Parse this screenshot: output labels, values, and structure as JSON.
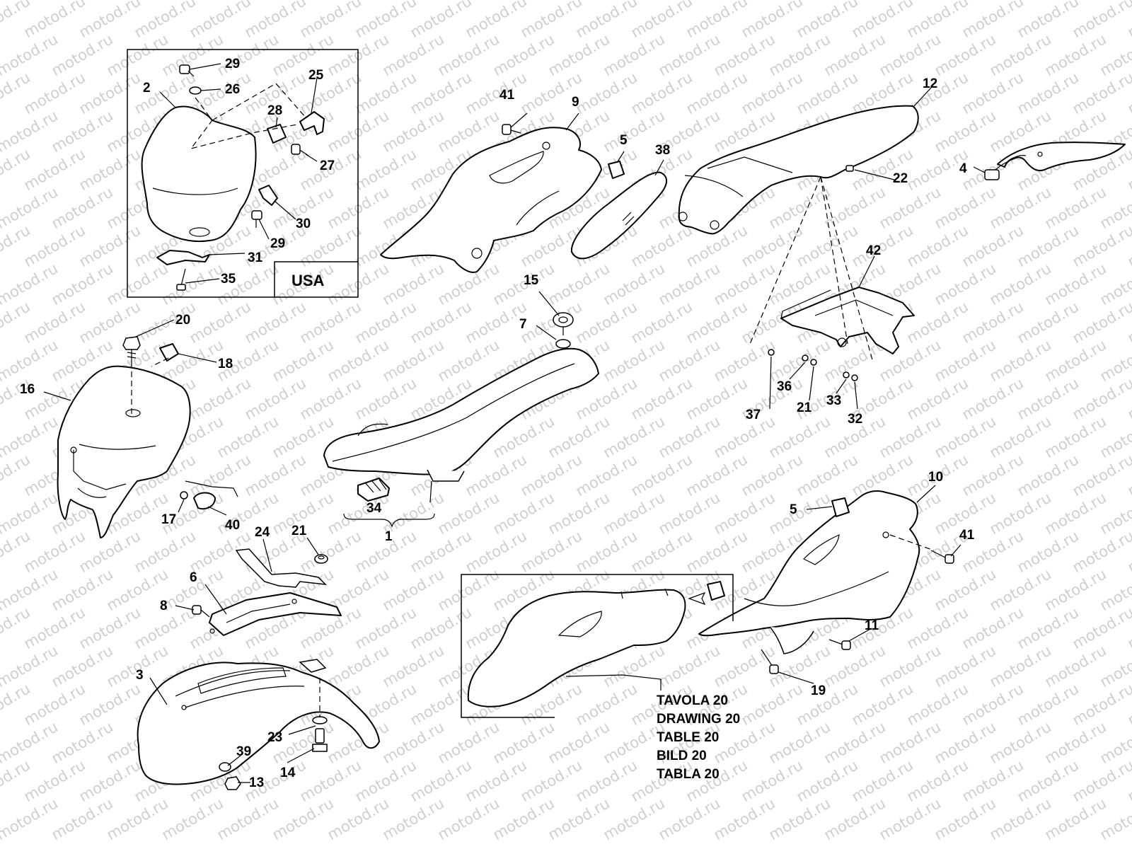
{
  "watermark": "motod.ru",
  "usa_inset": {
    "label": "USA"
  },
  "drawing_refs": [
    "TAVOLA 20",
    "DRAWING 20",
    "TABLE 20",
    "BILD 20",
    "TABLA 20"
  ],
  "callouts": {
    "c1": "1",
    "c2": "2",
    "c3": "3",
    "c4": "4",
    "c5a": "5",
    "c5b": "5",
    "c6": "6",
    "c7": "7",
    "c8": "8",
    "c9": "9",
    "c10": "10",
    "c11": "11",
    "c12": "12",
    "c13": "13",
    "c14": "14",
    "c15": "15",
    "c16": "16",
    "c17": "17",
    "c18": "18",
    "c19": "19",
    "c20": "20",
    "c21a": "21",
    "c21b": "21",
    "c22": "22",
    "c23": "23",
    "c24": "24",
    "c25": "25",
    "c26": "26",
    "c27": "27",
    "c28": "28",
    "c29a": "29",
    "c29b": "29",
    "c30": "30",
    "c31": "31",
    "c32": "32",
    "c33": "33",
    "c34": "34",
    "c35": "35",
    "c36": "36",
    "c37": "37",
    "c38": "38",
    "c39": "39",
    "c40": "40",
    "c41a": "41",
    "c41b": "41",
    "c42": "42"
  }
}
